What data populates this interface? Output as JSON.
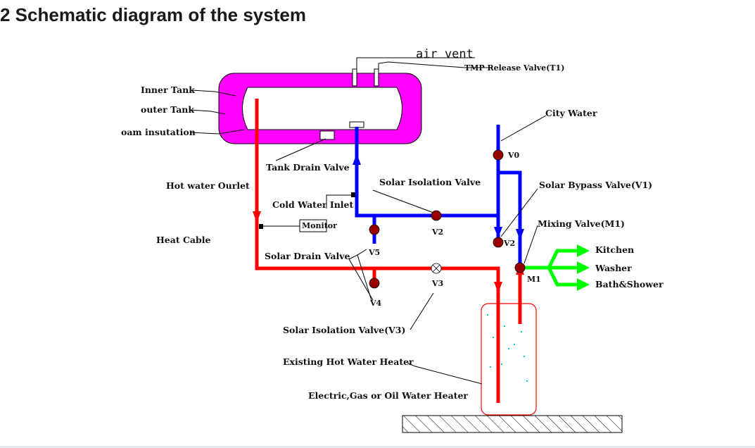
{
  "heading": "2 Schematic diagram of the system",
  "labels": {
    "air_vent": "air vent",
    "release_valve": "TMP Release Valve(T1)",
    "inner_tank": "Inner Tank",
    "outer_tank": "outer Tank",
    "foam": "oam insutation",
    "city_water": "City Water",
    "v0": "V0",
    "tank_drain": "Tank Drain Valve",
    "hot_outlet": "Hot water Ourlet",
    "solar_iso": "Solar Isolation Valve",
    "solar_bypass": "Solar Bypass Valve(V1)",
    "cold_inlet": "Cold Water Inlet",
    "monitor": "Monitor",
    "v2_a": "V2",
    "mixing": "Mixing Valve(M1)",
    "v2_b": "V2",
    "heat_cable": "Heat Cable",
    "v5": "V5",
    "solar_drain": "Solar Drain Valve",
    "kitchen": "Kitchen",
    "washer": "Washer",
    "m1": "M1",
    "bath": "Bath&Shower",
    "v3": "V3",
    "v4": "V4",
    "solar_iso_v3": "Solar Isolation Valve(V3)",
    "existing_heater": "Existing Hot Water Heater",
    "electric_heater": "Electric,Gas or Oil Water Heater"
  },
  "colors": {
    "tank": "#ff00ff",
    "hot": "#ff0000",
    "cold": "#0000ff",
    "outlet": "#00ff00",
    "valve": "#990000"
  }
}
